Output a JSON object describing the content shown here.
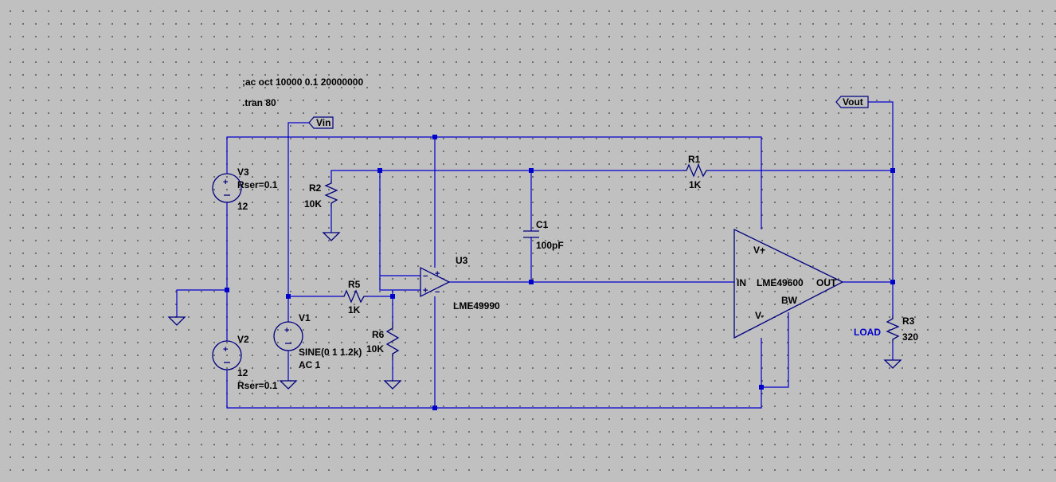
{
  "directives": {
    "ac": ";ac oct 10000 0.1 20000000",
    "tran": ".tran 80"
  },
  "net_labels": {
    "vin": "Vin",
    "vout": "Vout",
    "load": "LOAD"
  },
  "components": {
    "v3": {
      "name": "V3",
      "param": "Rser=0.1",
      "value": "12"
    },
    "v2": {
      "name": "V2",
      "value": "12",
      "param": "Rser=0.1"
    },
    "v1": {
      "name": "V1",
      "value": "SINE(0 1 1.2k)",
      "param": "AC 1"
    },
    "r1": {
      "name": "R1",
      "value": "1K"
    },
    "r2": {
      "name": "R2",
      "value": "10K"
    },
    "r3": {
      "name": "R3",
      "value": "320"
    },
    "r5": {
      "name": "R5",
      "value": "1K"
    },
    "r6": {
      "name": "R6",
      "value": "10K"
    },
    "c1": {
      "name": "C1",
      "value": "100pF"
    },
    "u3": {
      "name": "U3",
      "model": "LME49990"
    },
    "buffer": {
      "model": "LME49600",
      "pins": {
        "vplus": "V+",
        "in": "IN",
        "out": "OUT",
        "bw": "BW",
        "vminus": "V-"
      }
    }
  },
  "colors": {
    "background": "#c0c0c0",
    "wire": "#0000cc",
    "component": "#000080",
    "text": "#000000"
  }
}
